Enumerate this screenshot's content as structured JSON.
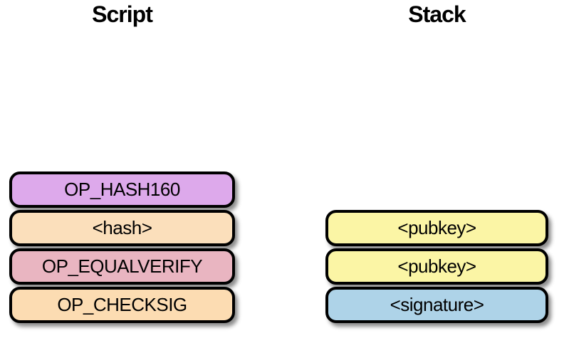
{
  "script_column": {
    "title": "Script",
    "items": [
      {
        "label": "OP_HASH160",
        "color": "#dda9eb"
      },
      {
        "label": "<hash>",
        "color": "#fbdfbb"
      },
      {
        "label": "OP_EQUALVERIFY",
        "color": "#e9b5c1"
      },
      {
        "label": "OP_CHECKSIG",
        "color": "#fcdcb2"
      }
    ]
  },
  "stack_column": {
    "title": "Stack",
    "items": [
      {
        "label": "<pubkey>",
        "color": "#fbf5a5"
      },
      {
        "label": "<pubkey>",
        "color": "#fbf5a5"
      },
      {
        "label": "<signature>",
        "color": "#aed3e8"
      }
    ]
  },
  "colors": {
    "background": "#ffffff",
    "box_border": "#000000",
    "text": "#000000"
  }
}
